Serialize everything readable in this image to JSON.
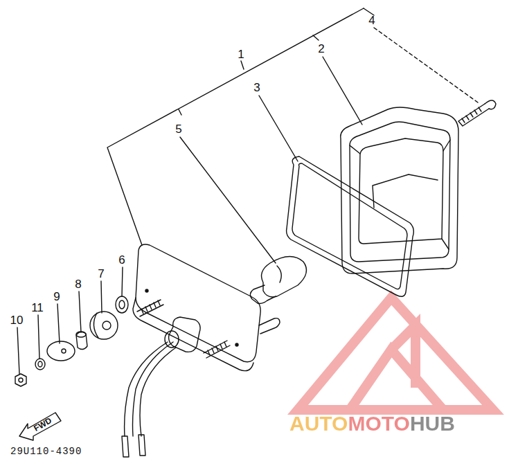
{
  "diagram": {
    "nodes": [
      {
        "text": [
          "FWD"
        ]
      }
    ],
    "labels": [
      "1",
      "2",
      "3",
      "4",
      "5",
      "6",
      "7",
      "8",
      "9",
      "10",
      "11",
      "29U110-4390",
      "AUTOMOTOHUB"
    ]
  }
}
